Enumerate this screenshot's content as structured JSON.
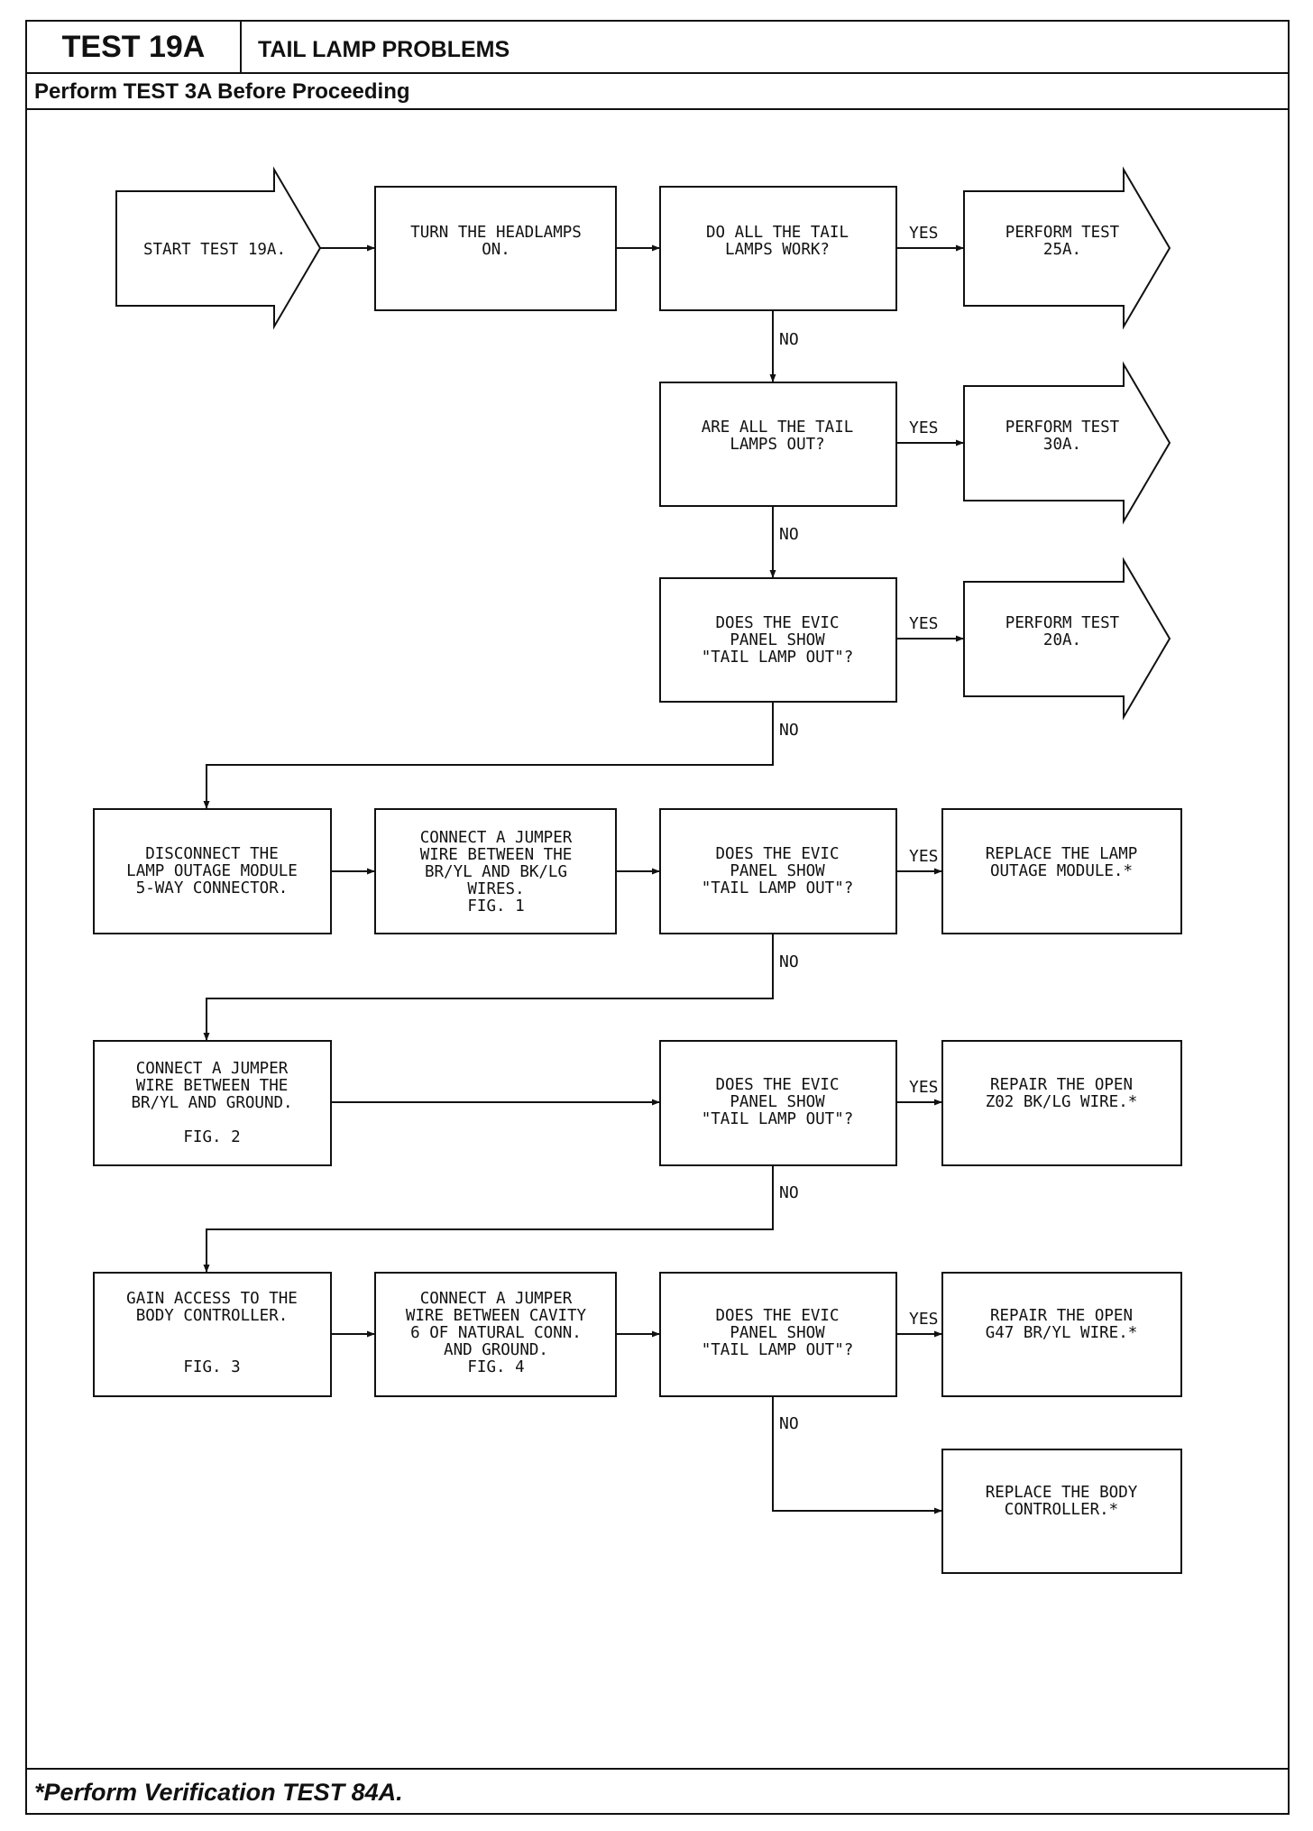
{
  "header": {
    "test_id": "TEST 19A",
    "title": "TAIL LAMP PROBLEMS",
    "prerequisite": "Perform TEST 3A Before Proceeding"
  },
  "footer": {
    "note": "*Perform Verification TEST 84A."
  },
  "flowchart": {
    "nodes": {
      "start": [
        "START TEST 19A."
      ],
      "headlamps_on": [
        "TURN THE HEADLAMPS",
        "ON."
      ],
      "q_all_work": [
        "DO ALL THE TAIL",
        "LAMPS WORK?"
      ],
      "perf_25a": [
        "PERFORM TEST",
        "25A."
      ],
      "q_all_out": [
        "ARE ALL THE TAIL",
        "LAMPS OUT?"
      ],
      "perf_30a": [
        "PERFORM TEST",
        "30A."
      ],
      "q_evic_1": [
        "DOES THE EVIC",
        "PANEL SHOW",
        "\"TAIL LAMP OUT\"?"
      ],
      "perf_20a": [
        "PERFORM TEST",
        "20A."
      ],
      "disconnect": [
        "DISCONNECT THE",
        "LAMP OUTAGE MODULE",
        "5-WAY CONNECTOR."
      ],
      "jumper_1": [
        "CONNECT A JUMPER",
        "WIRE BETWEEN THE",
        "BR/YL AND BK/LG",
        "WIRES.",
        "FIG. 1"
      ],
      "q_evic_2": [
        "DOES THE EVIC",
        "PANEL SHOW",
        "\"TAIL LAMP OUT\"?"
      ],
      "replace_module": [
        "REPLACE THE LAMP",
        "OUTAGE MODULE.*"
      ],
      "jumper_2": [
        "CONNECT A JUMPER",
        "WIRE BETWEEN THE",
        "BR/YL AND GROUND.",
        "",
        "FIG. 2"
      ],
      "q_evic_3": [
        "DOES THE EVIC",
        "PANEL SHOW",
        "\"TAIL LAMP OUT\"?"
      ],
      "repair_z02": [
        "REPAIR THE OPEN",
        "Z02 BK/LG WIRE.*"
      ],
      "gain_access": [
        "GAIN ACCESS TO THE",
        "BODY CONTROLLER.",
        "",
        "",
        "FIG. 3"
      ],
      "jumper_3": [
        "CONNECT A JUMPER",
        "WIRE BETWEEN CAVITY",
        "6 OF NATURAL CONN.",
        "AND GROUND.",
        "FIG. 4"
      ],
      "q_evic_4": [
        "DOES THE EVIC",
        "PANEL SHOW",
        "\"TAIL LAMP OUT\"?"
      ],
      "repair_g47": [
        "REPAIR THE OPEN",
        "G47 BR/YL WIRE.*"
      ],
      "replace_controller": [
        "REPLACE THE BODY",
        "CONTROLLER.*"
      ]
    },
    "edge_labels": {
      "yes": "YES",
      "no": "NO"
    }
  }
}
